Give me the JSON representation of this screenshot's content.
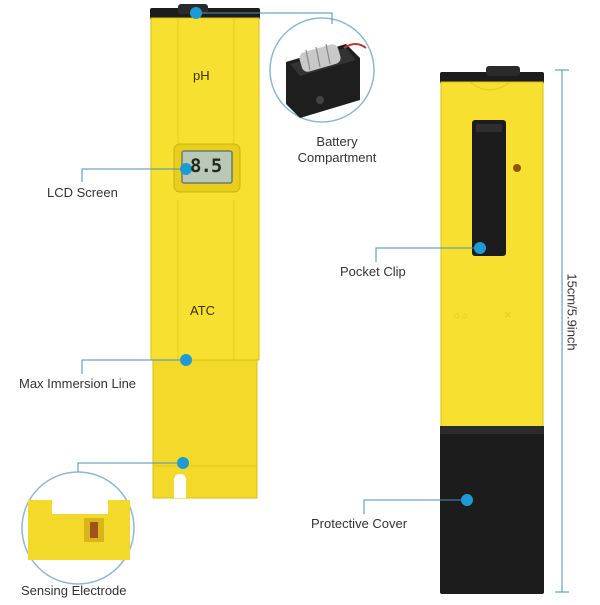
{
  "meter": {
    "ph_label": "pH",
    "display_value": "8.5",
    "atc_label": "ATC"
  },
  "callouts": {
    "battery": "Battery\nCompartment",
    "lcd": "LCD Screen",
    "immersion": "Max Immersion Line",
    "sensing": "Sensing Electrode",
    "clip": "Pocket Clip",
    "cover": "Protective Cover"
  },
  "dimension": "15cm/5.9inch",
  "colors": {
    "body": "#f7e02f",
    "body_edge": "#d9bf12",
    "black": "#1c1c1c",
    "dot": "#1e9bd7",
    "line": "#4a8fbf"
  }
}
